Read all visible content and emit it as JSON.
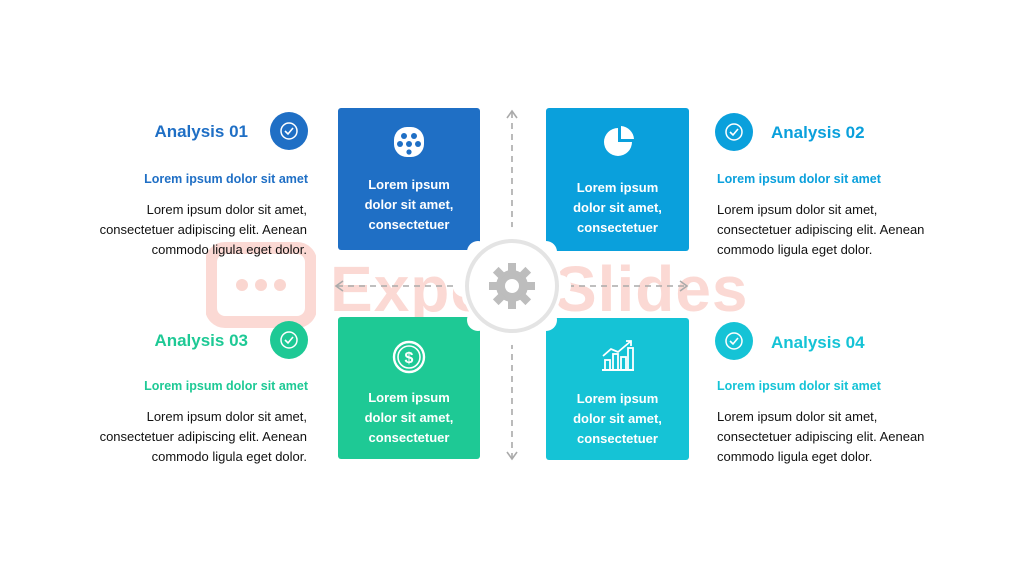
{
  "colors": {
    "blue": "#1f6fc5",
    "light_blue": "#0aa0dc",
    "green": "#1ec995",
    "teal": "#15c3d6",
    "gray": "#bbbbbb"
  },
  "watermark": "Expert Slides",
  "center": {
    "icon": "gear-icon"
  },
  "items": [
    {
      "title": "Analysis 01",
      "subtitle": "Lorem ipsum dolor sit amet",
      "body": [
        "Lorem ipsum dolor sit amet,",
        "consectetuer adipiscing elit. Aenean",
        "commodo ligula eget dolor."
      ],
      "box_text": [
        "Lorem ipsum",
        "dolor sit amet,",
        "consectetuer"
      ],
      "icon": "dots-icon"
    },
    {
      "title": "Analysis 02",
      "subtitle": "Lorem ipsum dolor sit amet",
      "body": [
        "Lorem ipsum dolor sit amet,",
        "consectetuer adipiscing elit. Aenean",
        "commodo ligula eget dolor."
      ],
      "box_text": [
        "Lorem ipsum",
        "dolor sit amet,",
        "consectetuer"
      ],
      "icon": "pie-chart-icon"
    },
    {
      "title": "Analysis 03",
      "subtitle": "Lorem ipsum dolor sit amet",
      "body": [
        "Lorem ipsum dolor sit amet,",
        "consectetuer adipiscing elit. Aenean",
        "commodo ligula eget dolor."
      ],
      "box_text": [
        "Lorem ipsum",
        "dolor sit amet,",
        "consectetuer"
      ],
      "icon": "dollar-icon"
    },
    {
      "title": "Analysis 04",
      "subtitle": "Lorem ipsum dolor sit amet",
      "body": [
        "Lorem ipsum dolor sit amet,",
        "consectetuer adipiscing elit. Aenean",
        "commodo ligula eget dolor."
      ],
      "box_text": [
        "Lorem ipsum",
        "dolor sit amet,",
        "consectetuer"
      ],
      "icon": "growth-chart-icon"
    }
  ]
}
